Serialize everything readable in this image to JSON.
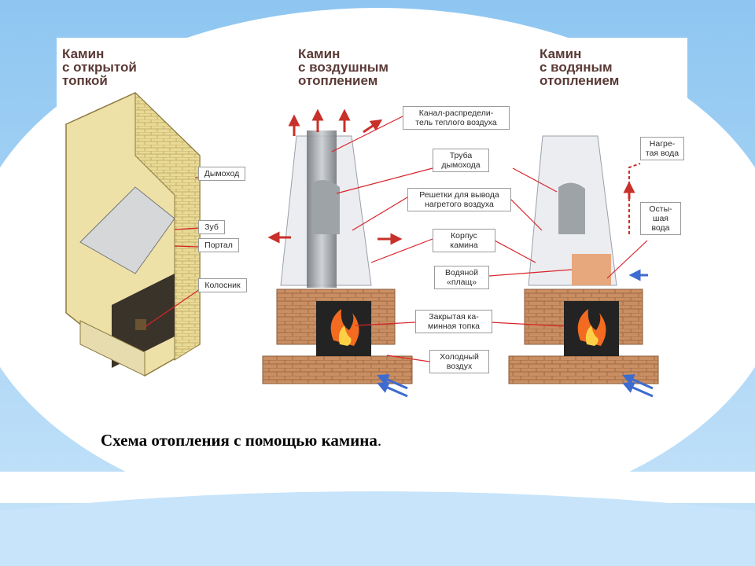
{
  "titles": {
    "open": "Камин\nс открытой\nтопкой",
    "air": "Камин\nс воздушным\nотоплением",
    "water": "Камин\nс водяным\nотоплением"
  },
  "labels": {
    "chimney_flue": "Дымоход",
    "tooth": "Зуб",
    "portal": "Портал",
    "grate": "Колосник",
    "warm_air_channel": "Канал-распредели-\nтель теплого воздуха",
    "chimney_pipe": "Труба\nдымохода",
    "grilles": "Решетки для вывода\nнагретого воздуха",
    "body": "Корпус\nкамина",
    "water_jacket": "Водяной\n«плащ»",
    "closed_firebox": "Закрытая ка-\nминная топка",
    "cold_air": "Холодный\nвоздух",
    "heated_water": "Нагре-\nтая вода",
    "cooled_water": "Осты-\nшая\nвода"
  },
  "caption": {
    "text": "Схема отопления с помощью камина",
    "end": "."
  },
  "colors": {
    "leader": "#d9232a",
    "hot_arrow": "#c8302a",
    "cold_arrow": "#3d6bd0",
    "brick": "#c98f63",
    "sky": "#a9d3f4"
  }
}
